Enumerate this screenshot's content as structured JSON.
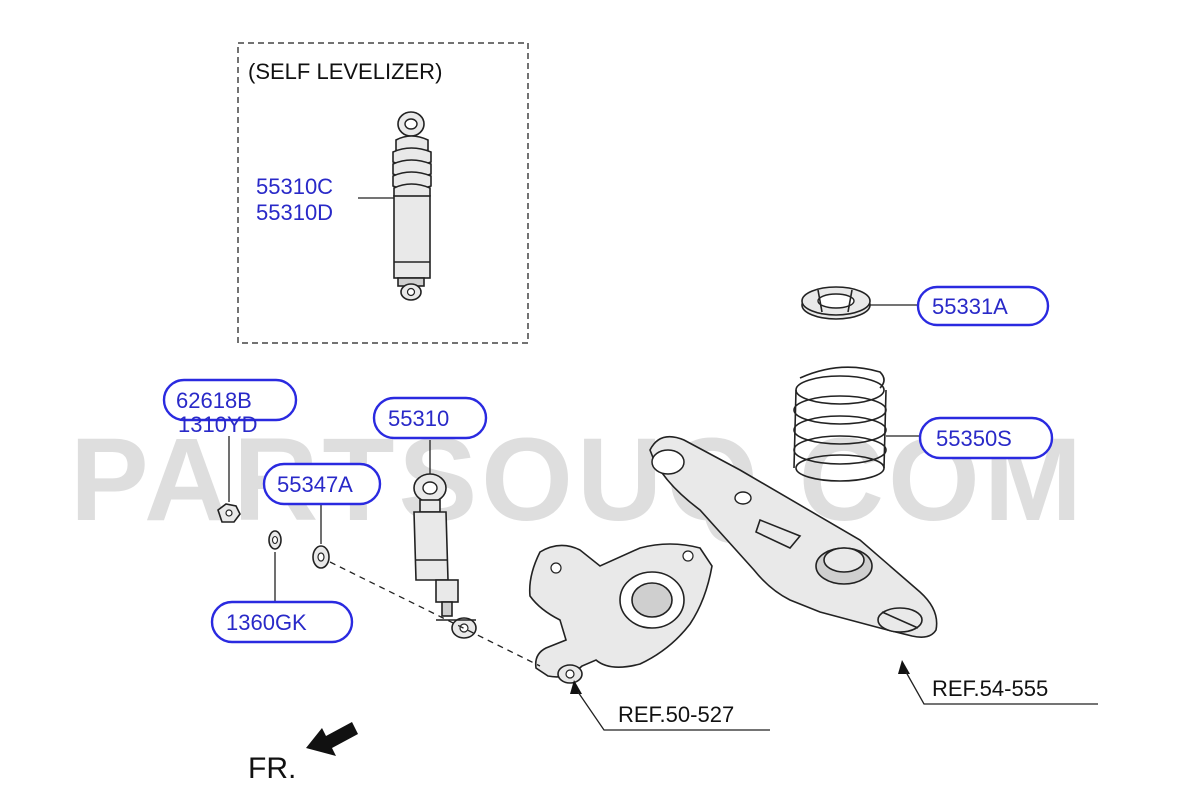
{
  "watermark": "PARTSOUQ.COM",
  "self_levelizer": {
    "title": "(SELF LEVELIZER)",
    "part_c": "55310C",
    "part_d": "55310D"
  },
  "callouts": {
    "p55331A": "55331A",
    "p55350S": "55350S",
    "p62618B": "62618B",
    "p1310YD": "1310YD",
    "p55310": "55310",
    "p55347A": "55347A",
    "p1360GK": "1360GK"
  },
  "references": {
    "ref_knuckle": "REF.50-527",
    "ref_arm": "REF.54-555"
  },
  "orientation": {
    "label": "FR."
  }
}
